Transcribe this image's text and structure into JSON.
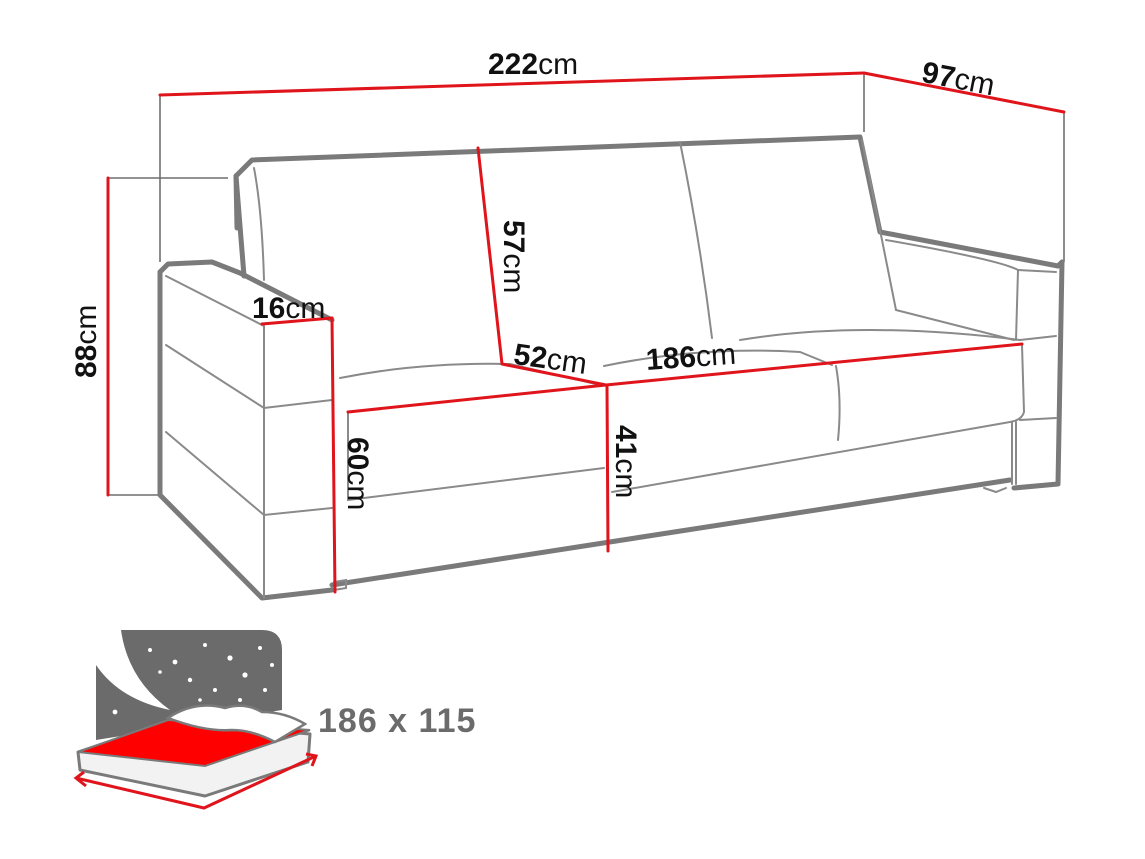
{
  "diagram": {
    "subject": "Sofa bed dimensions",
    "colors": {
      "dimension_line": "#e0141b",
      "outline": "#7a7a7a",
      "bed_surface": "#ff0000",
      "night_panel": "#6b6b6b"
    },
    "dimensions": {
      "total_width": {
        "value": "222",
        "unit": "cm"
      },
      "total_depth": {
        "value": "97",
        "unit": "cm"
      },
      "total_height": {
        "value": "88",
        "unit": "cm"
      },
      "armrest_width": {
        "value": "16",
        "unit": "cm"
      },
      "backrest_height": {
        "value": "57",
        "unit": "cm"
      },
      "seat_depth": {
        "value": "52",
        "unit": "cm"
      },
      "seat_width": {
        "value": "186",
        "unit": "cm"
      },
      "armrest_height": {
        "value": "60",
        "unit": "cm"
      },
      "seat_height": {
        "value": "41",
        "unit": "cm"
      }
    },
    "sleeping_area": {
      "label": "186 x 115",
      "icon": "bed-night-icon"
    }
  }
}
